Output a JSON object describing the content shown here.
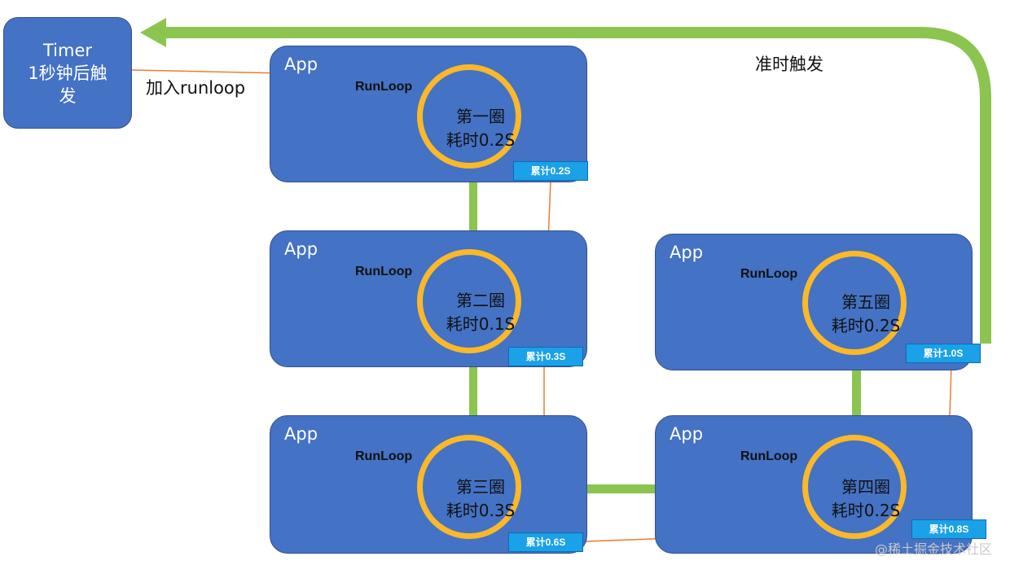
{
  "timer": {
    "line1": "Timer",
    "line2": "1秒钟后触",
    "line3": "发"
  },
  "labels": {
    "add_runloop": "加入runloop",
    "on_time_trigger": "准时触发"
  },
  "apps": [
    {
      "app_label": "App",
      "runloop_label": "RunLoop",
      "lap_name": "第一圈",
      "lap_cost": "耗时0.2S",
      "cumulative": "累计0.2S"
    },
    {
      "app_label": "App",
      "runloop_label": "RunLoop",
      "lap_name": "第二圈",
      "lap_cost": "耗时0.1S",
      "cumulative": "累计0.3S"
    },
    {
      "app_label": "App",
      "runloop_label": "RunLoop",
      "lap_name": "第三圈",
      "lap_cost": "耗时0.3S",
      "cumulative": "累计0.6S"
    },
    {
      "app_label": "App",
      "runloop_label": "RunLoop",
      "lap_name": "第四圈",
      "lap_cost": "耗时0.2S",
      "cumulative": "累计0.8S"
    },
    {
      "app_label": "App",
      "runloop_label": "RunLoop",
      "lap_name": "第五圈",
      "lap_cost": "耗时0.2S",
      "cumulative": "累计1.0S"
    }
  ],
  "watermark": "@稀土掘金技术社区",
  "colors": {
    "app_fill": "#4472c4",
    "circle_stroke": "#fbb829",
    "flow_arrow": "#8cc450",
    "timeline_line": "#ed7d31",
    "badge_fill": "#1aa1e8"
  }
}
